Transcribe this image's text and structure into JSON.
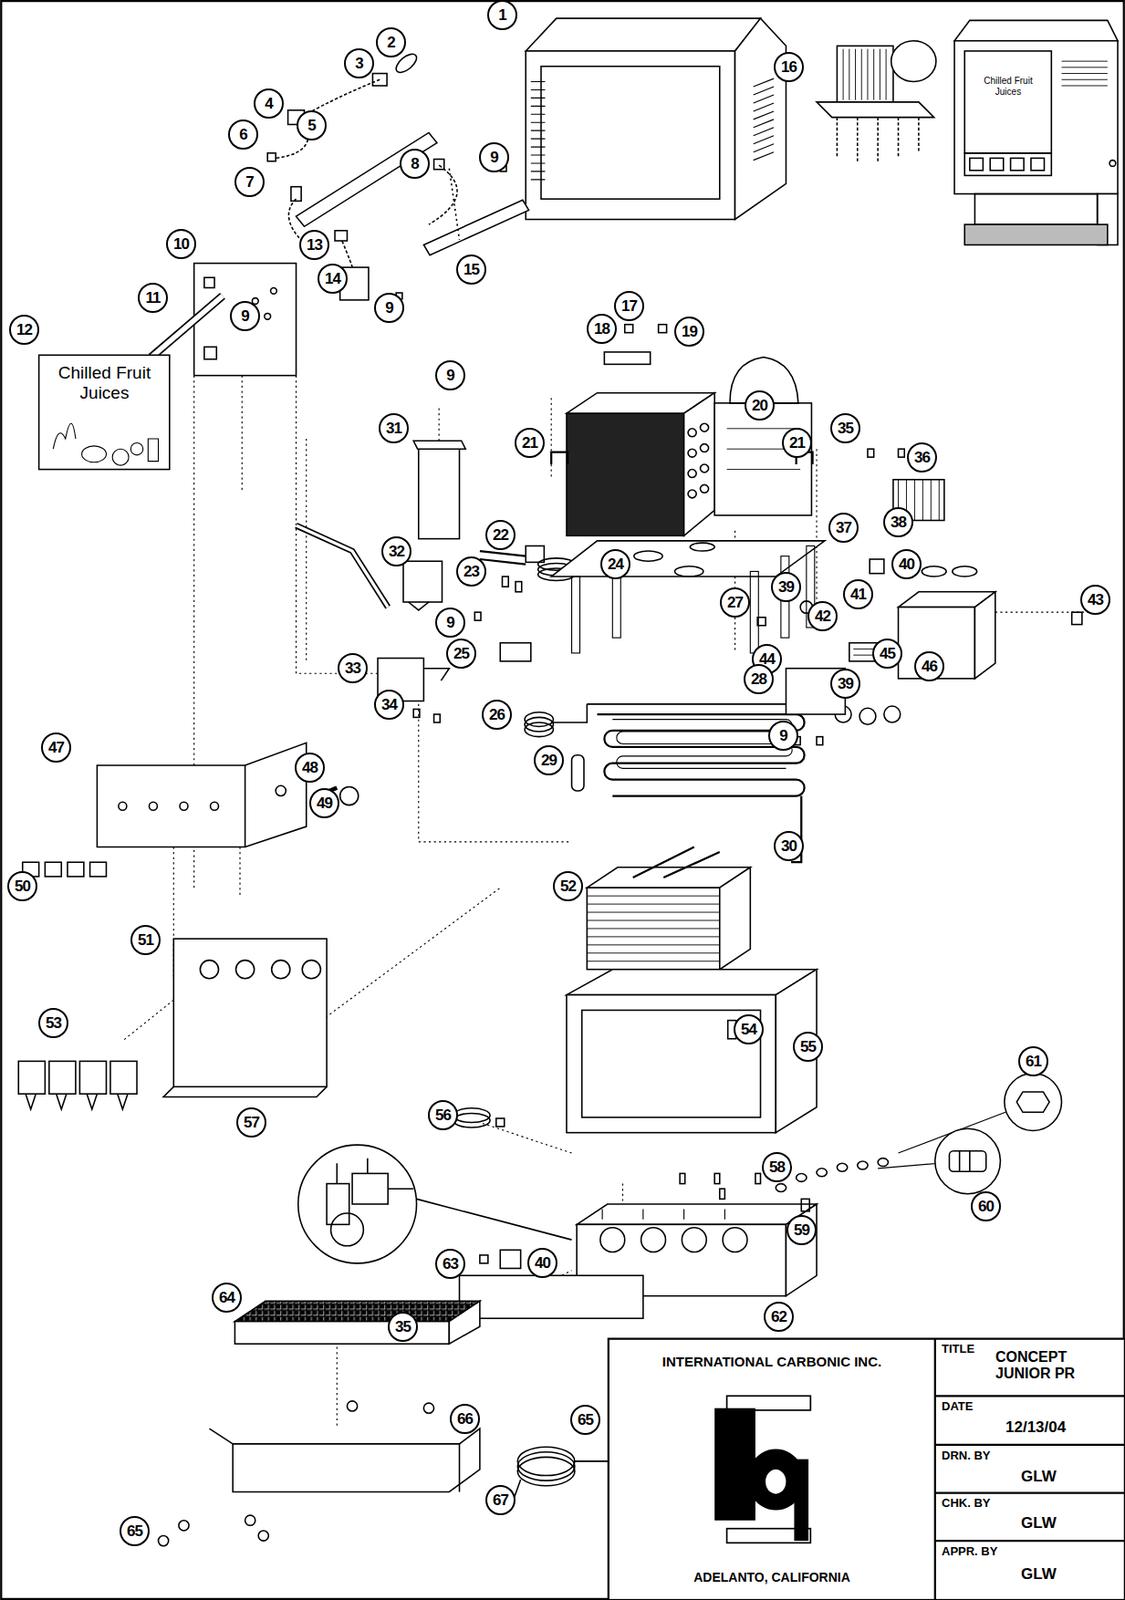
{
  "diagram": {
    "labels": [
      "1",
      "16",
      "Chilled Fruit Juices",
      "2",
      "3",
      "4",
      "5",
      "6",
      "7",
      "8",
      "9",
      "10",
      "11",
      "13",
      "15",
      "14",
      "9",
      "12",
      "9",
      "Chilled Fruit Juices",
      "17",
      "18",
      "19",
      "9",
      "20",
      "31",
      "21",
      "21",
      "35",
      "36",
      "32",
      "22",
      "24",
      "23",
      "37",
      "38",
      "40",
      "39",
      "41",
      "43",
      "27",
      "9",
      "42",
      "25",
      "45",
      "44",
      "46",
      "33",
      "28",
      "39",
      "34",
      "26",
      "9",
      "47",
      "29",
      "48",
      "49",
      "30",
      "50",
      "52",
      "51",
      "53",
      "54",
      "55",
      "61",
      "56",
      "60",
      "58",
      "57",
      "59",
      "62",
      "40",
      "63",
      "64",
      "35",
      "65",
      "66",
      "67",
      "65",
      "INTERNATIONAL CARBONIC INC.",
      "ADELANTO, CALIFORNIA",
      "TITLE",
      "CONCEPT JUNIOR PR",
      "DATE",
      "12/13/04",
      "DRN. BY",
      "GLW",
      "CHK. BY",
      "GLW",
      "APPR. BY",
      "GLW"
    ]
  }
}
